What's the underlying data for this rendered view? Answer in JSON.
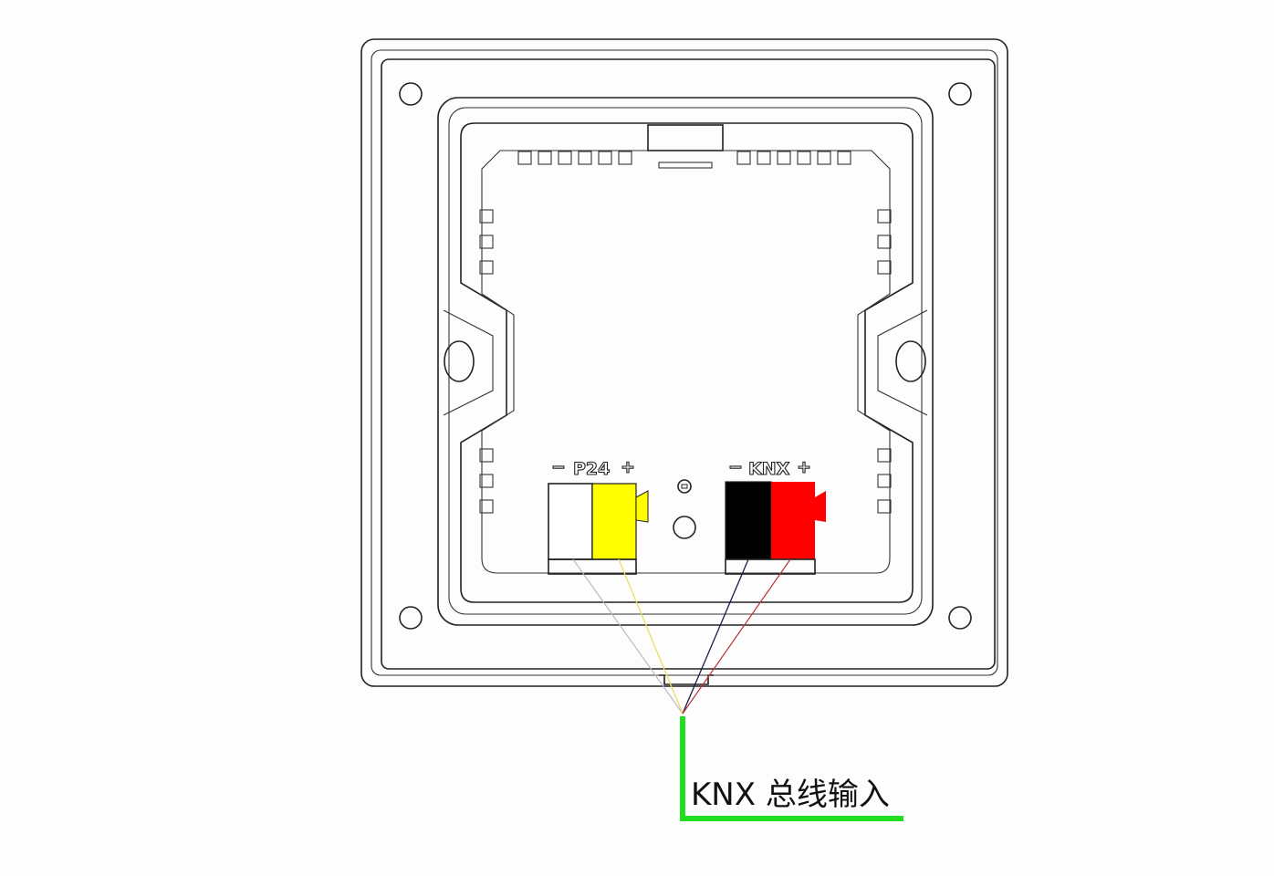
{
  "diagram": {
    "terminals": [
      {
        "name": "P24",
        "minus": "−",
        "plus": "+",
        "colors": [
          "#ffffff",
          "#ffff00"
        ]
      },
      {
        "name": "KNX",
        "minus": "−",
        "plus": "+",
        "colors": [
          "#000000",
          "#ff0000"
        ]
      }
    ],
    "bus_label": "KNX 总线输入",
    "bus_wire_color": "#22dd22"
  }
}
